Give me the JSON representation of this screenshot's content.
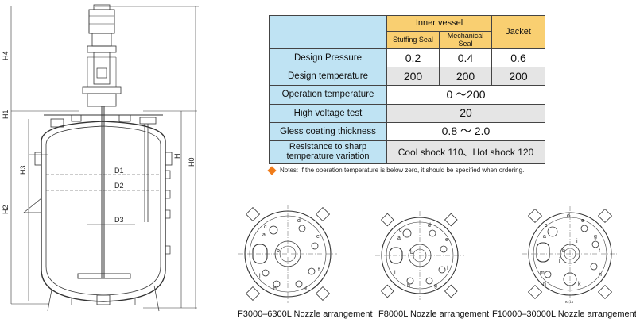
{
  "dimension_labels": {
    "h4": "H4",
    "h1": "H1",
    "h3": "H3",
    "h2": "H2",
    "h": "H",
    "h0": "H0",
    "d1": "D1",
    "d2": "D2",
    "d3": "D3"
  },
  "spec_table": {
    "header": {
      "inner_vessel": "Inner vessel",
      "stuffing_seal": "Stuffing Seal",
      "mechanical_seal": "Mechanical Seal",
      "jacket": "Jacket"
    },
    "rows": [
      {
        "label": "Design Pressure",
        "stuffing": "0.2",
        "mechanical": "0.4",
        "jacket": "0.6"
      },
      {
        "label": "Design temperature",
        "stuffing": "200",
        "mechanical": "200",
        "jacket": "200"
      },
      {
        "label": "Operation temperature",
        "value": "0 ～200"
      },
      {
        "label": "High voltage test",
        "value": "20"
      },
      {
        "label": "Gless coating thickness",
        "value": "0.8 ～ 2.0"
      },
      {
        "label": "Resistance to sharp temperature variation",
        "value": "Cool shock 110、Hot shock 120"
      }
    ]
  },
  "note": "Notes: If the operation temperature is below zero, it should be specified when ordering.",
  "nozzle_labels": {
    "f3000": [
      "a",
      "b",
      "c",
      "d",
      "e",
      "f",
      "g",
      "h",
      "i"
    ],
    "f8000": [
      "a",
      "b",
      "c",
      "d",
      "e",
      "f",
      "g",
      "h",
      "i"
    ],
    "f10000": [
      "a",
      "b",
      "c",
      "d",
      "e",
      "f",
      "g",
      "h",
      "i",
      "j",
      "k",
      "m",
      "n"
    ]
  },
  "small_mark": "e2,14",
  "captions": {
    "f3000": "F3000–6300L Nozzle arrangement",
    "f8000": "F8000L Nozzle arrangement",
    "f10000": "F10000–30000L Nozzle arrangement"
  },
  "colors": {
    "table_blue": "#bfe3f3",
    "table_yellow": "#f9cf71",
    "table_gray": "#e5e5e5",
    "note_bullet": "#f07c1a"
  }
}
